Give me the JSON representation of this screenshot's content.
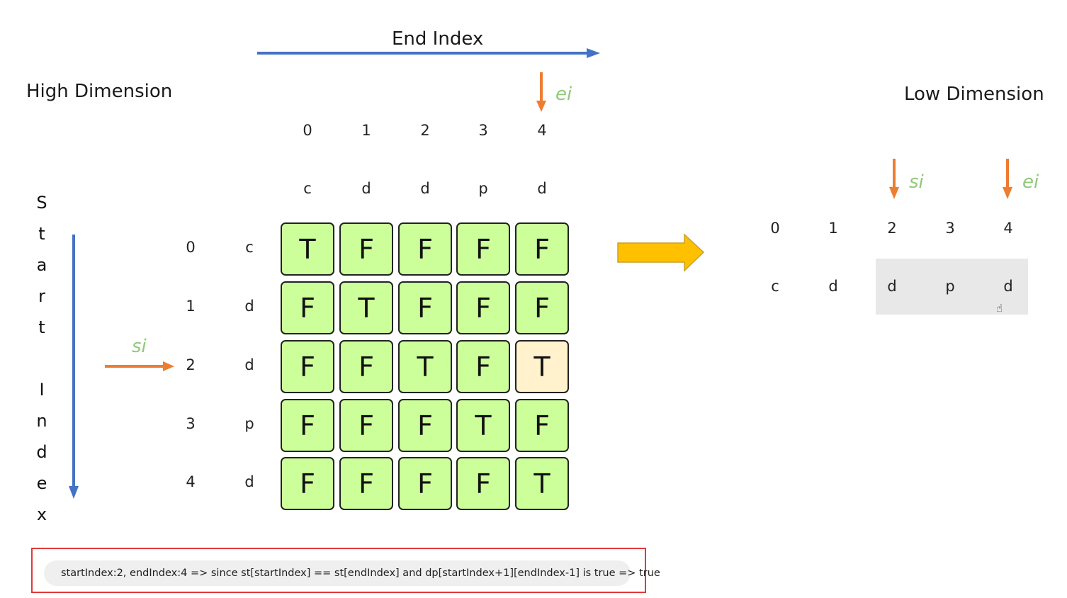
{
  "high": {
    "title": "High Dimension",
    "end_index_label": "End Index",
    "start_index_letters": [
      "S",
      "t",
      "a",
      "r",
      "t",
      "",
      "I",
      "n",
      "d",
      "e",
      "x"
    ],
    "col_indices": [
      "0",
      "1",
      "2",
      "3",
      "4"
    ],
    "col_chars": [
      "c",
      "d",
      "d",
      "p",
      "d"
    ],
    "row_indices": [
      "0",
      "1",
      "2",
      "3",
      "4"
    ],
    "row_chars": [
      "c",
      "d",
      "d",
      "p",
      "d"
    ],
    "grid": [
      [
        "T",
        "F",
        "F",
        "F",
        "F"
      ],
      [
        "F",
        "T",
        "F",
        "F",
        "F"
      ],
      [
        "F",
        "F",
        "T",
        "F",
        "T"
      ],
      [
        "F",
        "F",
        "F",
        "T",
        "F"
      ],
      [
        "F",
        "F",
        "F",
        "F",
        "T"
      ]
    ],
    "highlight": {
      "row": 2,
      "col": 4
    },
    "ei_label": "ei",
    "si_label": "si"
  },
  "low": {
    "title": "Low Dimension",
    "indices": [
      "0",
      "1",
      "2",
      "3",
      "4"
    ],
    "chars": [
      "c",
      "d",
      "d",
      "p",
      "d"
    ],
    "si_label": "si",
    "ei_label": "ei",
    "selected_range": [
      2,
      4
    ]
  },
  "description": "startIndex:2, endIndex:4 => since st[startIndex] == st[endIndex] and dp[startIndex+1][endIndex-1] is true => true",
  "colors": {
    "cell_fill": "#ccff99",
    "highlight_fill": "#fff2cc",
    "axis_arrow": "#4472c4",
    "pointer_arrow": "#ed7d31",
    "transform_arrow": "#ffc000",
    "pointer_label": "#8fc97a",
    "desc_border": "#e03a3a"
  }
}
